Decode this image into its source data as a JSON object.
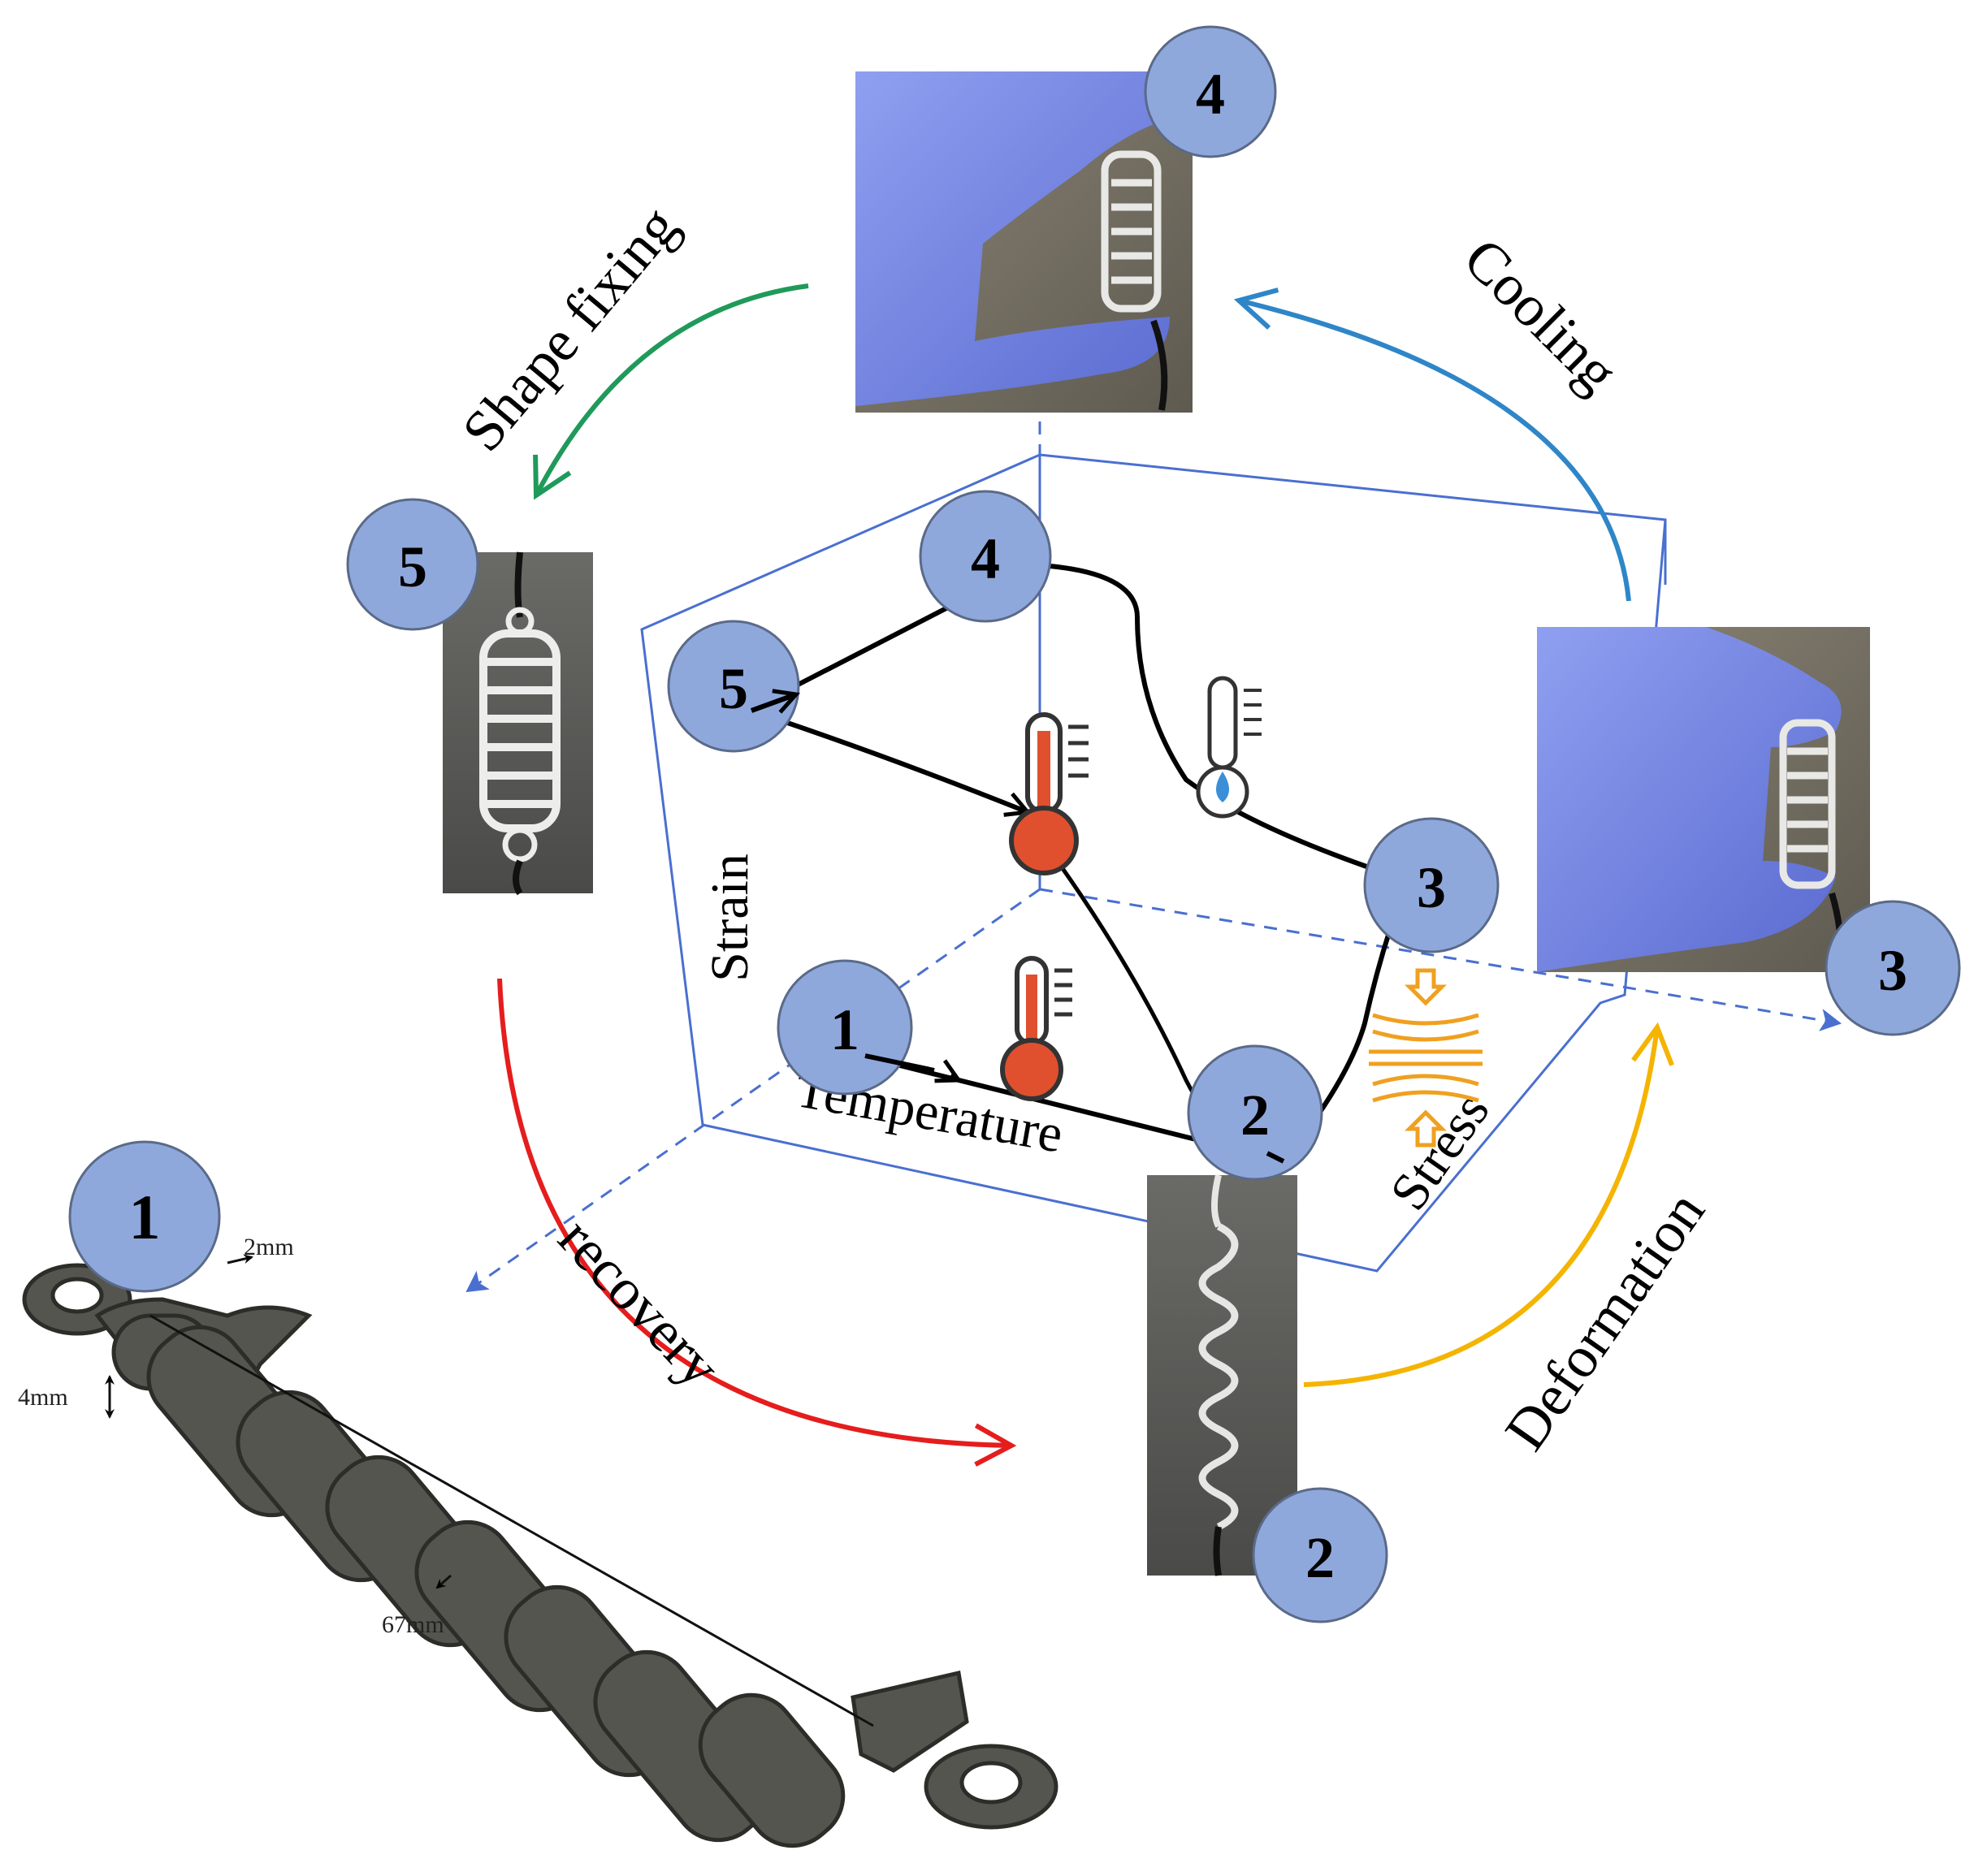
{
  "stage_labels": {
    "shape_fixing": "Shape fixing",
    "cooling": "Cooling",
    "recovery": "recovery",
    "deformation": "Deformation"
  },
  "axes": {
    "strain": "Strain",
    "temperature": "Temperature",
    "stress": "Stress"
  },
  "badges": {
    "photo_top": "4",
    "photo_left": "5",
    "photo_right": "3",
    "photo_bottom": "2",
    "model": "1",
    "cube_1": "1",
    "cube_2": "2",
    "cube_3": "3",
    "cube_4": "4",
    "cube_5": "5"
  },
  "dimensions": {
    "width": "2mm",
    "height": "4mm",
    "length": "67mm"
  },
  "colors": {
    "badge_fill": "#8fa8dc",
    "cube_line": "#4a6fd0",
    "shape_fixing_arrow": "#1f9a5a",
    "cooling_arrow": "#2e86c8",
    "recovery_arrow": "#e51d1d",
    "deformation_arrow": "#f4b400",
    "heat_icon": "#e0502e",
    "cool_icon": "#3a8fd8",
    "stress_icon": "#f0a020",
    "glove": "#7f8fe6",
    "model_body": "#55554f"
  }
}
